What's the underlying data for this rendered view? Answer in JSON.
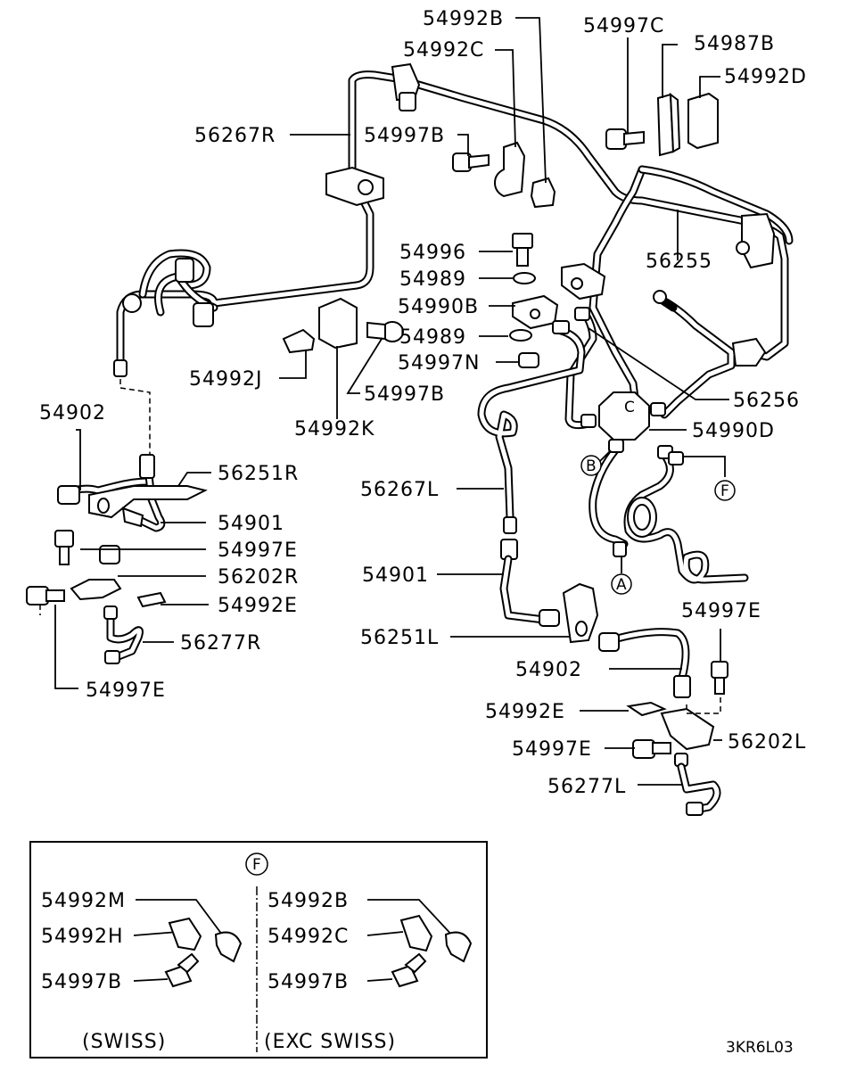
{
  "labels": {
    "l_54992B_top": "54992B",
    "l_54992C_top": "54992C",
    "l_54997C": "54997C",
    "l_54987B": "54987B",
    "l_54992D": "54992D",
    "l_56267R": "56267R",
    "l_54997B_top": "54997B",
    "l_56255": "56255",
    "l_54996": "54996",
    "l_54989_a": "54989",
    "l_54990B": "54990B",
    "l_54989_b": "54989",
    "l_54997N": "54997N",
    "l_54992J": "54992J",
    "l_54997B_mid": "54997B",
    "l_56256": "56256",
    "l_54992K": "54992K",
    "l_54990D": "54990D",
    "l_54902_left": "54902",
    "l_56251R": "56251R",
    "l_56267L": "56267L",
    "l_54901_left": "54901",
    "l_54997E_a": "54997E",
    "l_56202R": "56202R",
    "l_54992E_left": "54992E",
    "l_56277R": "56277R",
    "l_54901_center": "54901",
    "l_56251L": "56251L",
    "l_54997E_right": "54997E",
    "l_54902_center": "54902",
    "l_54997E_bottom": "54997E",
    "l_54992E_right": "54992E",
    "l_54997E_mid": "54997E",
    "l_56202L": "56202L",
    "l_56277L": "56277L",
    "l_ref": "3KR6L03"
  },
  "markers": {
    "B": "B",
    "F": "F",
    "A": "A",
    "C": "C"
  },
  "inset": {
    "circle_label": "F",
    "left": {
      "part1": "54992M",
      "part2": "54992H",
      "part3": "54997B",
      "caption": "(SWISS)"
    },
    "right": {
      "part1": "54992B",
      "part2": "54992C",
      "part3": "54997B",
      "caption": "(EXC SWISS)"
    }
  }
}
